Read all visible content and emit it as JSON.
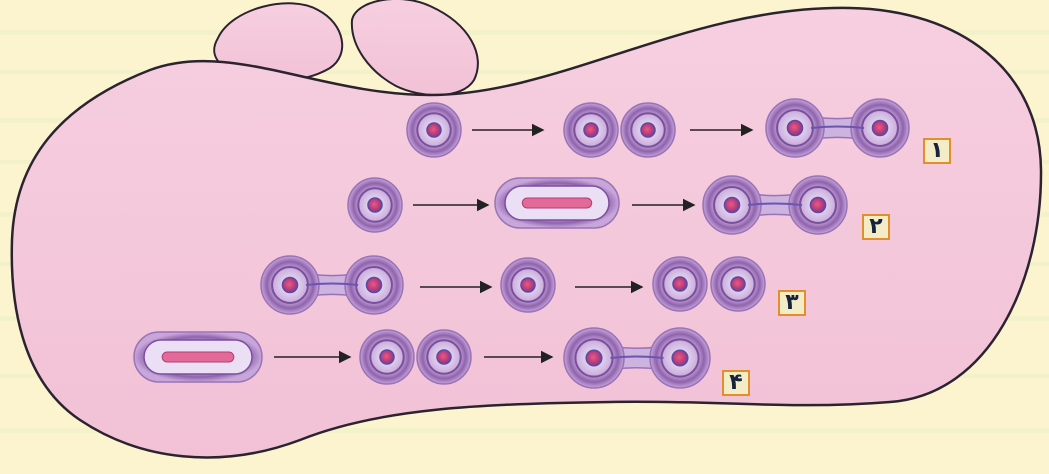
{
  "colors": {
    "background": "#fbf4cf",
    "stripe": "#f2eec3",
    "blob_fill": "#f4c8d9",
    "blob_stroke": "#2b2330",
    "cell_outer": "#b48ec8",
    "cell_ring": "#7c4f9c",
    "cell_inner": "#d9c6ea",
    "nucleus": "#c8407a",
    "nucleus_ring": "#5a4aa8",
    "arrow": "#222222",
    "tag_fill": "#f3ecc7",
    "tag_border": "#e08f2a"
  },
  "rows": [
    {
      "label": "۱",
      "stages": [
        "cell",
        "pair",
        "joined"
      ]
    },
    {
      "label": "۲",
      "stages": [
        "cell",
        "elongated",
        "joined"
      ]
    },
    {
      "label": "۳",
      "stages": [
        "joined",
        "cell",
        "pair"
      ]
    },
    {
      "label": "۴",
      "stages": [
        "elongated",
        "pair",
        "joined"
      ]
    }
  ]
}
